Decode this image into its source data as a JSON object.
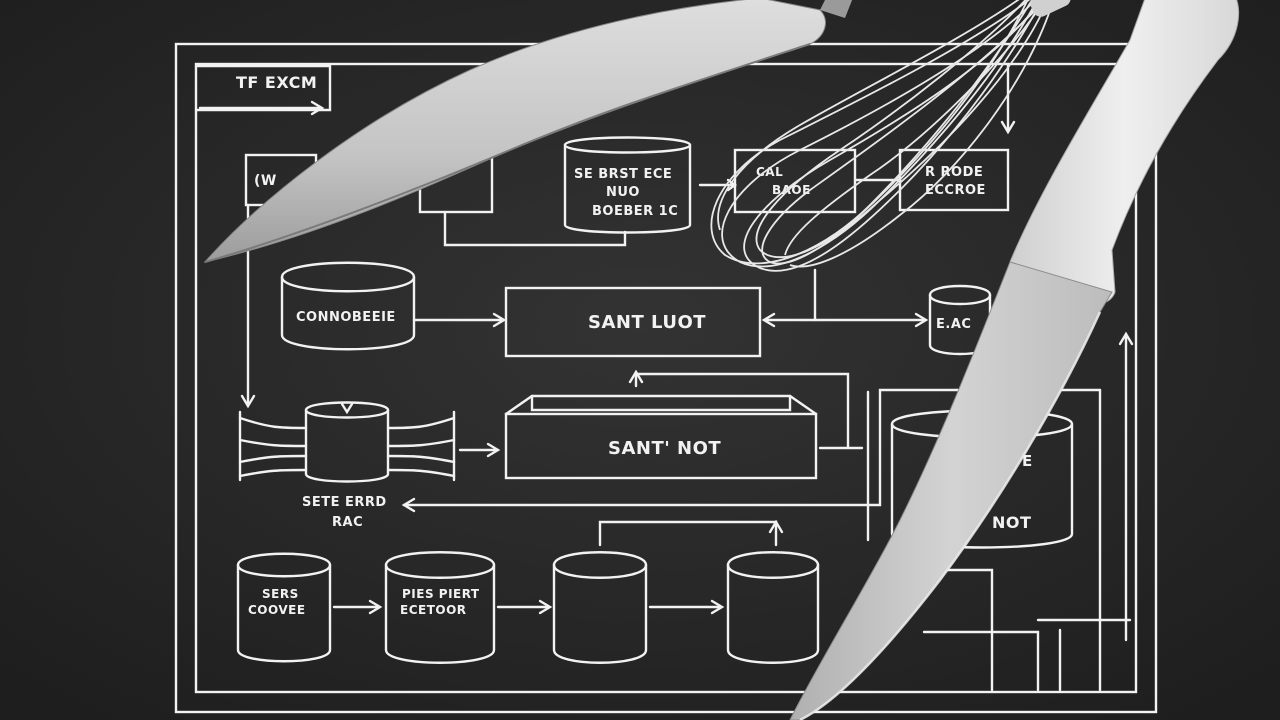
{
  "diagram": {
    "title": "TF EXCM",
    "labels": {
      "top_box_left": "(W",
      "top_store_1": "SE BRST  ECE",
      "top_store_2": "NUO",
      "top_store_3": "BOEBER 1C",
      "top_right_1": "CAL",
      "top_right_2": "BAOE",
      "far_right_1": "R  RODE",
      "far_right_2": "ECCROE",
      "left_cylinder": "CONNOBEEIE",
      "center_box_1": "SANT LUOT",
      "right_small_cyl": "E.AC",
      "middle_box": "SANT' NOT",
      "right_tank_top": "E",
      "right_tank_bottom": "NOT",
      "caption_1": "SETE  ERRD",
      "caption_2": "RAC",
      "bottom_cyl_1a": "SERS",
      "bottom_cyl_1b": "COOVEE",
      "bottom_cyl_2a": "PIES PIERT",
      "bottom_cyl_2b": "ECETOOR"
    }
  },
  "colors": {
    "background": "#2a2a2a",
    "chalk": "#f2f2f2",
    "blade": "#cfcfcf",
    "handle": "#e6e6e6"
  },
  "objects": [
    "chef-knife",
    "wire-whisk",
    "chef-knife"
  ]
}
